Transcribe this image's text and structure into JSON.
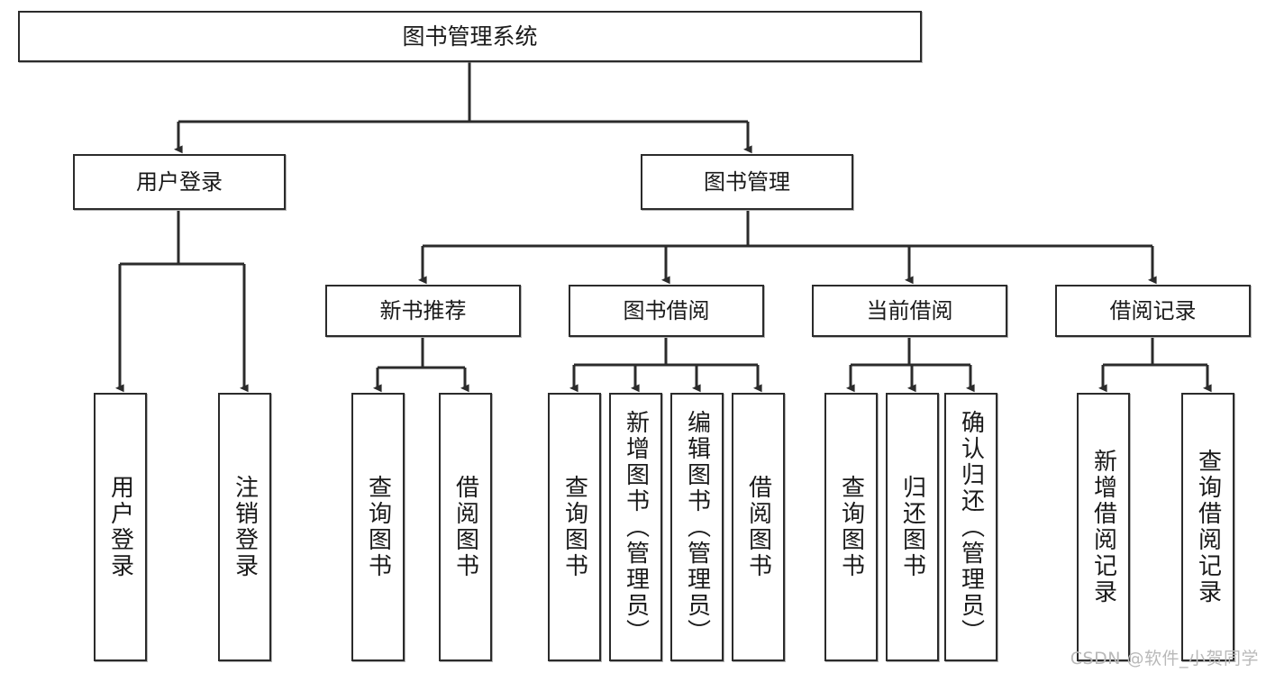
{
  "diagram": {
    "title": "图书管理系统",
    "type": "tree",
    "root": {
      "id": "root",
      "label": "图书管理系统"
    },
    "level2": [
      {
        "id": "user-login",
        "label": "用户登录"
      },
      {
        "id": "book-manage",
        "label": "图书管理"
      }
    ],
    "level3": [
      {
        "id": "new-book-recommend",
        "label": "新书推荐",
        "parent": "book-manage"
      },
      {
        "id": "book-borrow",
        "label": "图书借阅",
        "parent": "book-manage"
      },
      {
        "id": "current-borrow",
        "label": "当前借阅",
        "parent": "book-manage"
      },
      {
        "id": "borrow-record",
        "label": "借阅记录",
        "parent": "book-manage"
      }
    ],
    "leaves": {
      "user_login": [
        {
          "id": "leaf-user-login",
          "label": "用户登录"
        },
        {
          "id": "leaf-user-logout",
          "label": "注销登录"
        }
      ],
      "new_book_recommend": [
        {
          "id": "leaf-query-book-1",
          "label": "查询图书"
        },
        {
          "id": "leaf-borrow-book-1",
          "label": "借阅图书"
        }
      ],
      "book_borrow": [
        {
          "id": "leaf-query-book-2",
          "label": "查询图书"
        },
        {
          "id": "leaf-add-book",
          "label": "新增图书（管理员）"
        },
        {
          "id": "leaf-edit-book",
          "label": "编辑图书（管理员）"
        },
        {
          "id": "leaf-borrow-book-2",
          "label": "借阅图书"
        }
      ],
      "current_borrow": [
        {
          "id": "leaf-query-book-3",
          "label": "查询图书"
        },
        {
          "id": "leaf-return-book",
          "label": "归还图书"
        },
        {
          "id": "leaf-confirm-return",
          "label": "确认归还（管理员）"
        }
      ],
      "borrow_record": [
        {
          "id": "leaf-add-record",
          "label": "新增借阅记录"
        },
        {
          "id": "leaf-query-record",
          "label": "查询借阅记录"
        }
      ]
    },
    "colors": {
      "box_border": "#2b2b2b",
      "box_fill": "#ffffff",
      "edge": "#2b2b2b",
      "text": "#1a1a1a",
      "watermark": "#b9b9b9",
      "background": "#ffffff"
    }
  },
  "watermark": {
    "text": "CSDN @软件_小贺同学"
  }
}
